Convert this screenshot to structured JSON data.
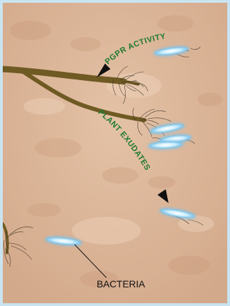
{
  "labels": {
    "pgpr": "PGPR ACTIVITY",
    "exudates": "PLANT EXUDATES",
    "bacteria": "BACTERIA"
  },
  "colors": {
    "soil": "#ddb79b",
    "root": "#6f5a24",
    "bacterium": "#a8daf5",
    "label": "#1f7a2e",
    "frame": "#c9e4f0"
  }
}
